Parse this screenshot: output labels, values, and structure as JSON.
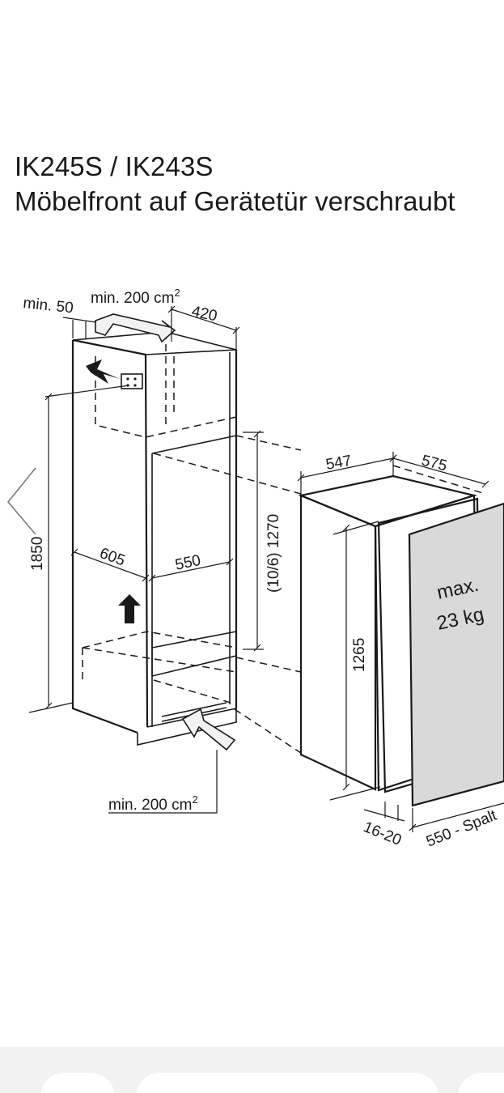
{
  "title": {
    "line1": "IK245S / IK243S",
    "line2": "Möbelfront auf Gerätetür verschraubt"
  },
  "labels": {
    "min_50": "min. 50",
    "vent_top": "min. 200 cm",
    "vent_top_sup": "2",
    "d420": "420",
    "d1850": "1850",
    "d605": "605",
    "d550": "550",
    "d1270": "(10/6) 1270",
    "d547": "547",
    "d575": "575",
    "d1265": "1265",
    "max_line1": "max.",
    "max_line2": "23 kg",
    "vent_bottom": "min. 200 cm",
    "vent_bottom_sup": "2",
    "gap_16_20": "16-20",
    "gap_550": "550 - Spalt"
  },
  "colors": {
    "panel_fill": "#d9d9d9",
    "arrow_fill": "#f2f2f2",
    "ink": "#1a1a1a",
    "nav_bar": "#f2f2f2"
  },
  "icons": [
    "electric-warning-icon",
    "airflow-arrow-icon",
    "up-arrow-icon",
    "chevron-left-icon"
  ]
}
